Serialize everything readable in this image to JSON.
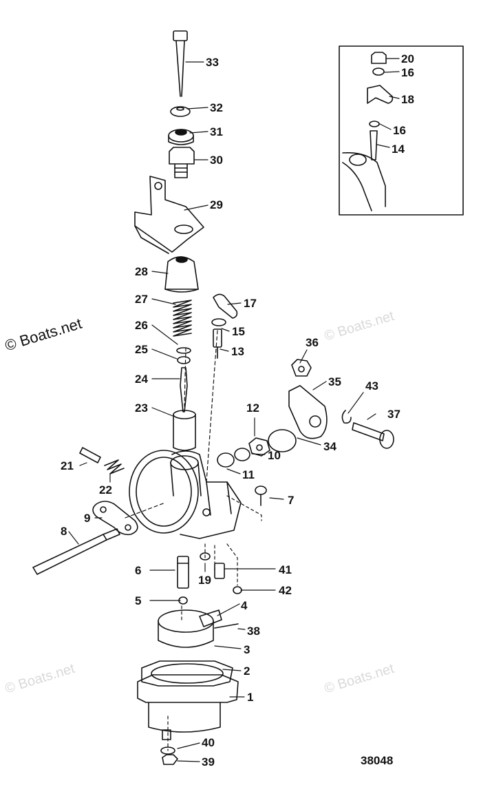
{
  "diagram": {
    "figure_number": "38048",
    "copyright": "© Boats.net",
    "watermark": "© Boats.net",
    "inset": {
      "labels": [
        "20",
        "16",
        "18",
        "16",
        "14"
      ]
    },
    "labels": [
      "33",
      "32",
      "31",
      "30",
      "29",
      "28",
      "27",
      "17",
      "26",
      "15",
      "25",
      "13",
      "36",
      "24",
      "35",
      "43",
      "12",
      "37",
      "23",
      "34",
      "10",
      "11",
      "21",
      "22",
      "7",
      "9",
      "8",
      "41",
      "6",
      "19",
      "42",
      "5",
      "4",
      "38",
      "3",
      "2",
      "1",
      "40",
      "39"
    ]
  }
}
